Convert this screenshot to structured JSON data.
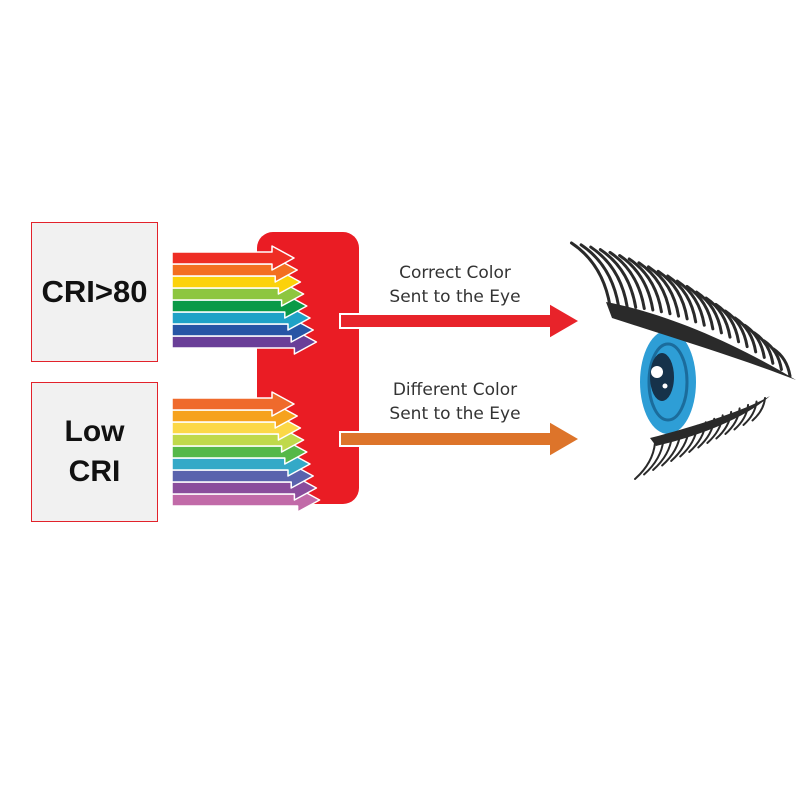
{
  "boxes": {
    "high_cri": {
      "label": "CRI>80"
    },
    "low_cri": {
      "line1": "Low",
      "line2": "CRI"
    }
  },
  "arrows": {
    "correct": {
      "line1": "Correct Color",
      "line2": "Sent to the Eye",
      "color": "#e8232a"
    },
    "different": {
      "line1": "Different Color",
      "line2": "Sent to the Eye",
      "color": "#dd742a"
    }
  },
  "colors": {
    "filter_block": "#ea1c24",
    "eye_iris": "#2e9ed6",
    "lashes": "#2a2a2a",
    "spectrum_high": [
      "#ee2d24",
      "#f36f21",
      "#fcd20b",
      "#8dc63f",
      "#0a9a47",
      "#1fa2c7",
      "#2755a5",
      "#6a3f98"
    ],
    "spectrum_low": [
      "#ef6a2c",
      "#f6a21d",
      "#fcd847",
      "#bfd94b",
      "#55b848",
      "#34a9c7",
      "#5a63ad",
      "#8a4d9c",
      "#c16aa8"
    ]
  }
}
